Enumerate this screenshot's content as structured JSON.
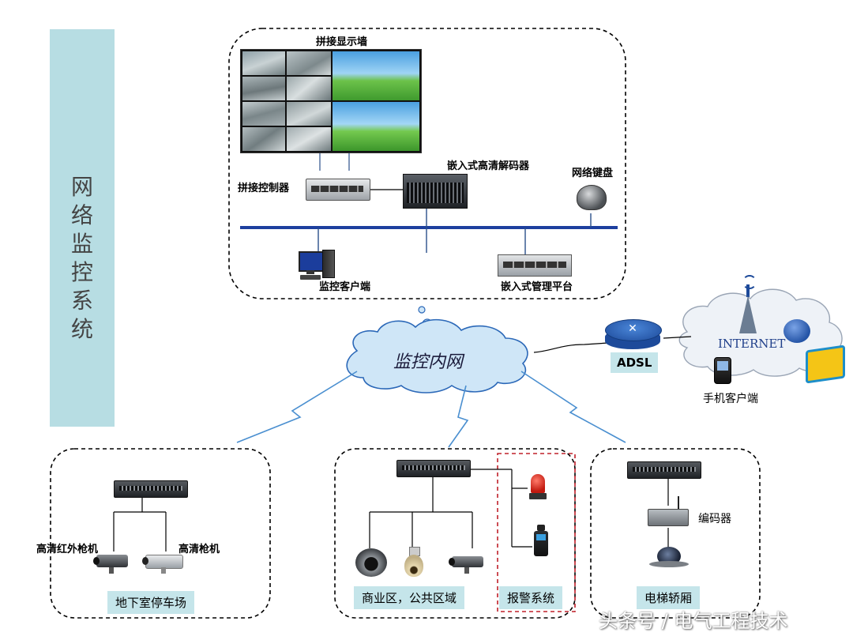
{
  "title": "网络监控系统",
  "title_chars": [
    "网",
    "络",
    "监",
    "控",
    "系",
    "统"
  ],
  "top_zone": {
    "video_wall_label": "拼接显示墙",
    "splice_controller_label": "拼接控制器",
    "hd_decoder_label": "嵌入式高清解码器",
    "network_keyboard_label": "网络键盘",
    "client_label": "监控客户端",
    "mgmt_platform_label": "嵌入式管理平台"
  },
  "cloud_label": "监控内网",
  "internet_label": "INTERNET",
  "adsl_label": "ADSL",
  "mobile_client_label": "手机客户端",
  "zones": {
    "parking": {
      "caption": "地下室停车场",
      "cam_ir_label": "高清红外枪机",
      "cam_hd_label": "高清枪机"
    },
    "commercial": {
      "caption": "商业区，公共区域"
    },
    "alarm": {
      "caption": "报警系统"
    },
    "elevator": {
      "caption": "电梯轿厢",
      "encoder_label": "编码器"
    }
  },
  "colors": {
    "title_bar": "#b7dde3",
    "caption_bg": "#c5e5ea",
    "bus_line": "#1d3f9e",
    "alarm_border": "#c0202a",
    "cloud_fill": "#cfe6f7"
  },
  "watermark": "头条号 / 电气工程技术"
}
